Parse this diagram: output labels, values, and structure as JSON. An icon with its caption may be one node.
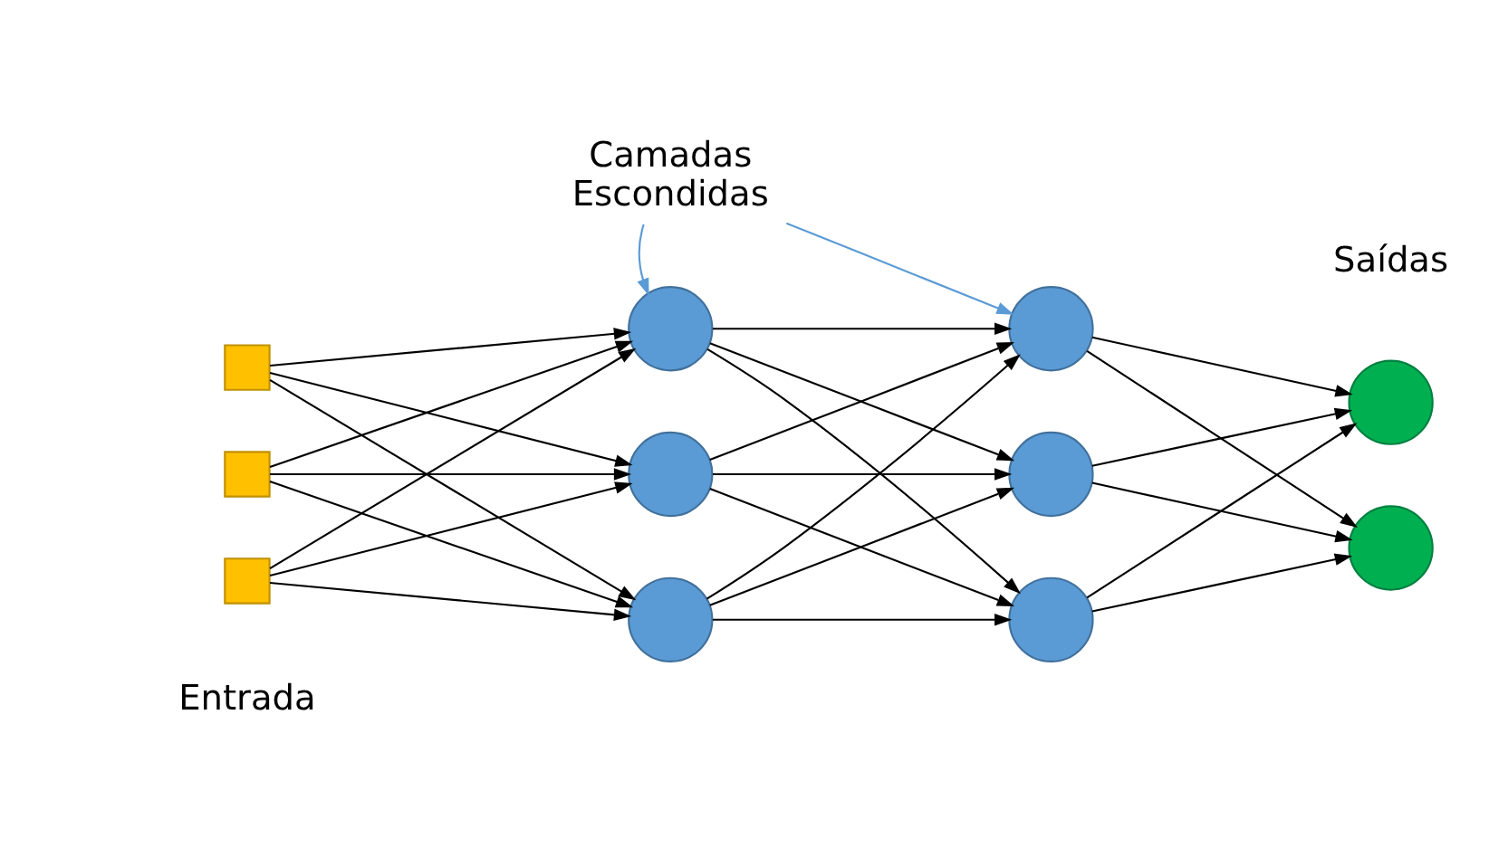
{
  "diagram": {
    "nodes": [
      {
        "text": [],
        "shape": "box"
      },
      {
        "text": [],
        "shape": "box"
      },
      {
        "text": [],
        "shape": "box"
      },
      {
        "text": [],
        "shape": "circle"
      },
      {
        "text": [],
        "shape": "circle"
      },
      {
        "text": [],
        "shape": "circle"
      },
      {
        "text": [],
        "shape": "circle"
      },
      {
        "text": [],
        "shape": "circle"
      },
      {
        "text": [],
        "shape": "circle"
      },
      {
        "text": [],
        "shape": "circle"
      },
      {
        "text": [],
        "shape": "circle"
      },
      {
        "text": [
          "Camadas Escondidas"
        ]
      }
    ],
    "edges": [
      {
        "from": 0,
        "to": 3,
        "arrow": "to"
      },
      {
        "from": 0,
        "to": 4,
        "arrow": "to"
      },
      {
        "from": 0,
        "to": 5,
        "arrow": "to"
      },
      {
        "from": 1,
        "to": 3,
        "arrow": "to"
      },
      {
        "from": 1,
        "to": 4,
        "arrow": "to"
      },
      {
        "from": 1,
        "to": 5,
        "arrow": "to"
      },
      {
        "from": 2,
        "to": 3,
        "arrow": "to"
      },
      {
        "from": 2,
        "to": 4,
        "arrow": "to"
      },
      {
        "from": 2,
        "to": 5,
        "arrow": "to"
      },
      {
        "from": 3,
        "to": 6,
        "arrow": "to"
      },
      {
        "from": 3,
        "to": 7,
        "arrow": "to"
      },
      {
        "from": 3,
        "to": 8,
        "arrow": "to"
      },
      {
        "from": 4,
        "to": 6,
        "arrow": "to"
      },
      {
        "from": 4,
        "to": 7,
        "arrow": "to"
      },
      {
        "from": 4,
        "to": 8,
        "arrow": "to"
      },
      {
        "from": 5,
        "to": 6,
        "arrow": "to"
      },
      {
        "from": 5,
        "to": 7,
        "arrow": "to"
      },
      {
        "from": 5,
        "to": 8,
        "arrow": "to"
      },
      {
        "from": 6,
        "to": 9,
        "arrow": "to"
      },
      {
        "from": 6,
        "to": 10,
        "arrow": "to"
      },
      {
        "from": 7,
        "to": 9,
        "arrow": "to"
      },
      {
        "from": 7,
        "to": 10,
        "arrow": "to"
      },
      {
        "from": 8,
        "to": 9,
        "arrow": "to"
      },
      {
        "from": 8,
        "to": 10,
        "arrow": "to"
      },
      {
        "from": 11,
        "to": 3,
        "arrow": "to",
        "color": "#5b9bd5"
      },
      {
        "from": 11,
        "to": 6,
        "arrow": "to",
        "color": "#5b9bd5"
      }
    ],
    "labels": [
      "Entrada",
      "Saídas"
    ]
  }
}
